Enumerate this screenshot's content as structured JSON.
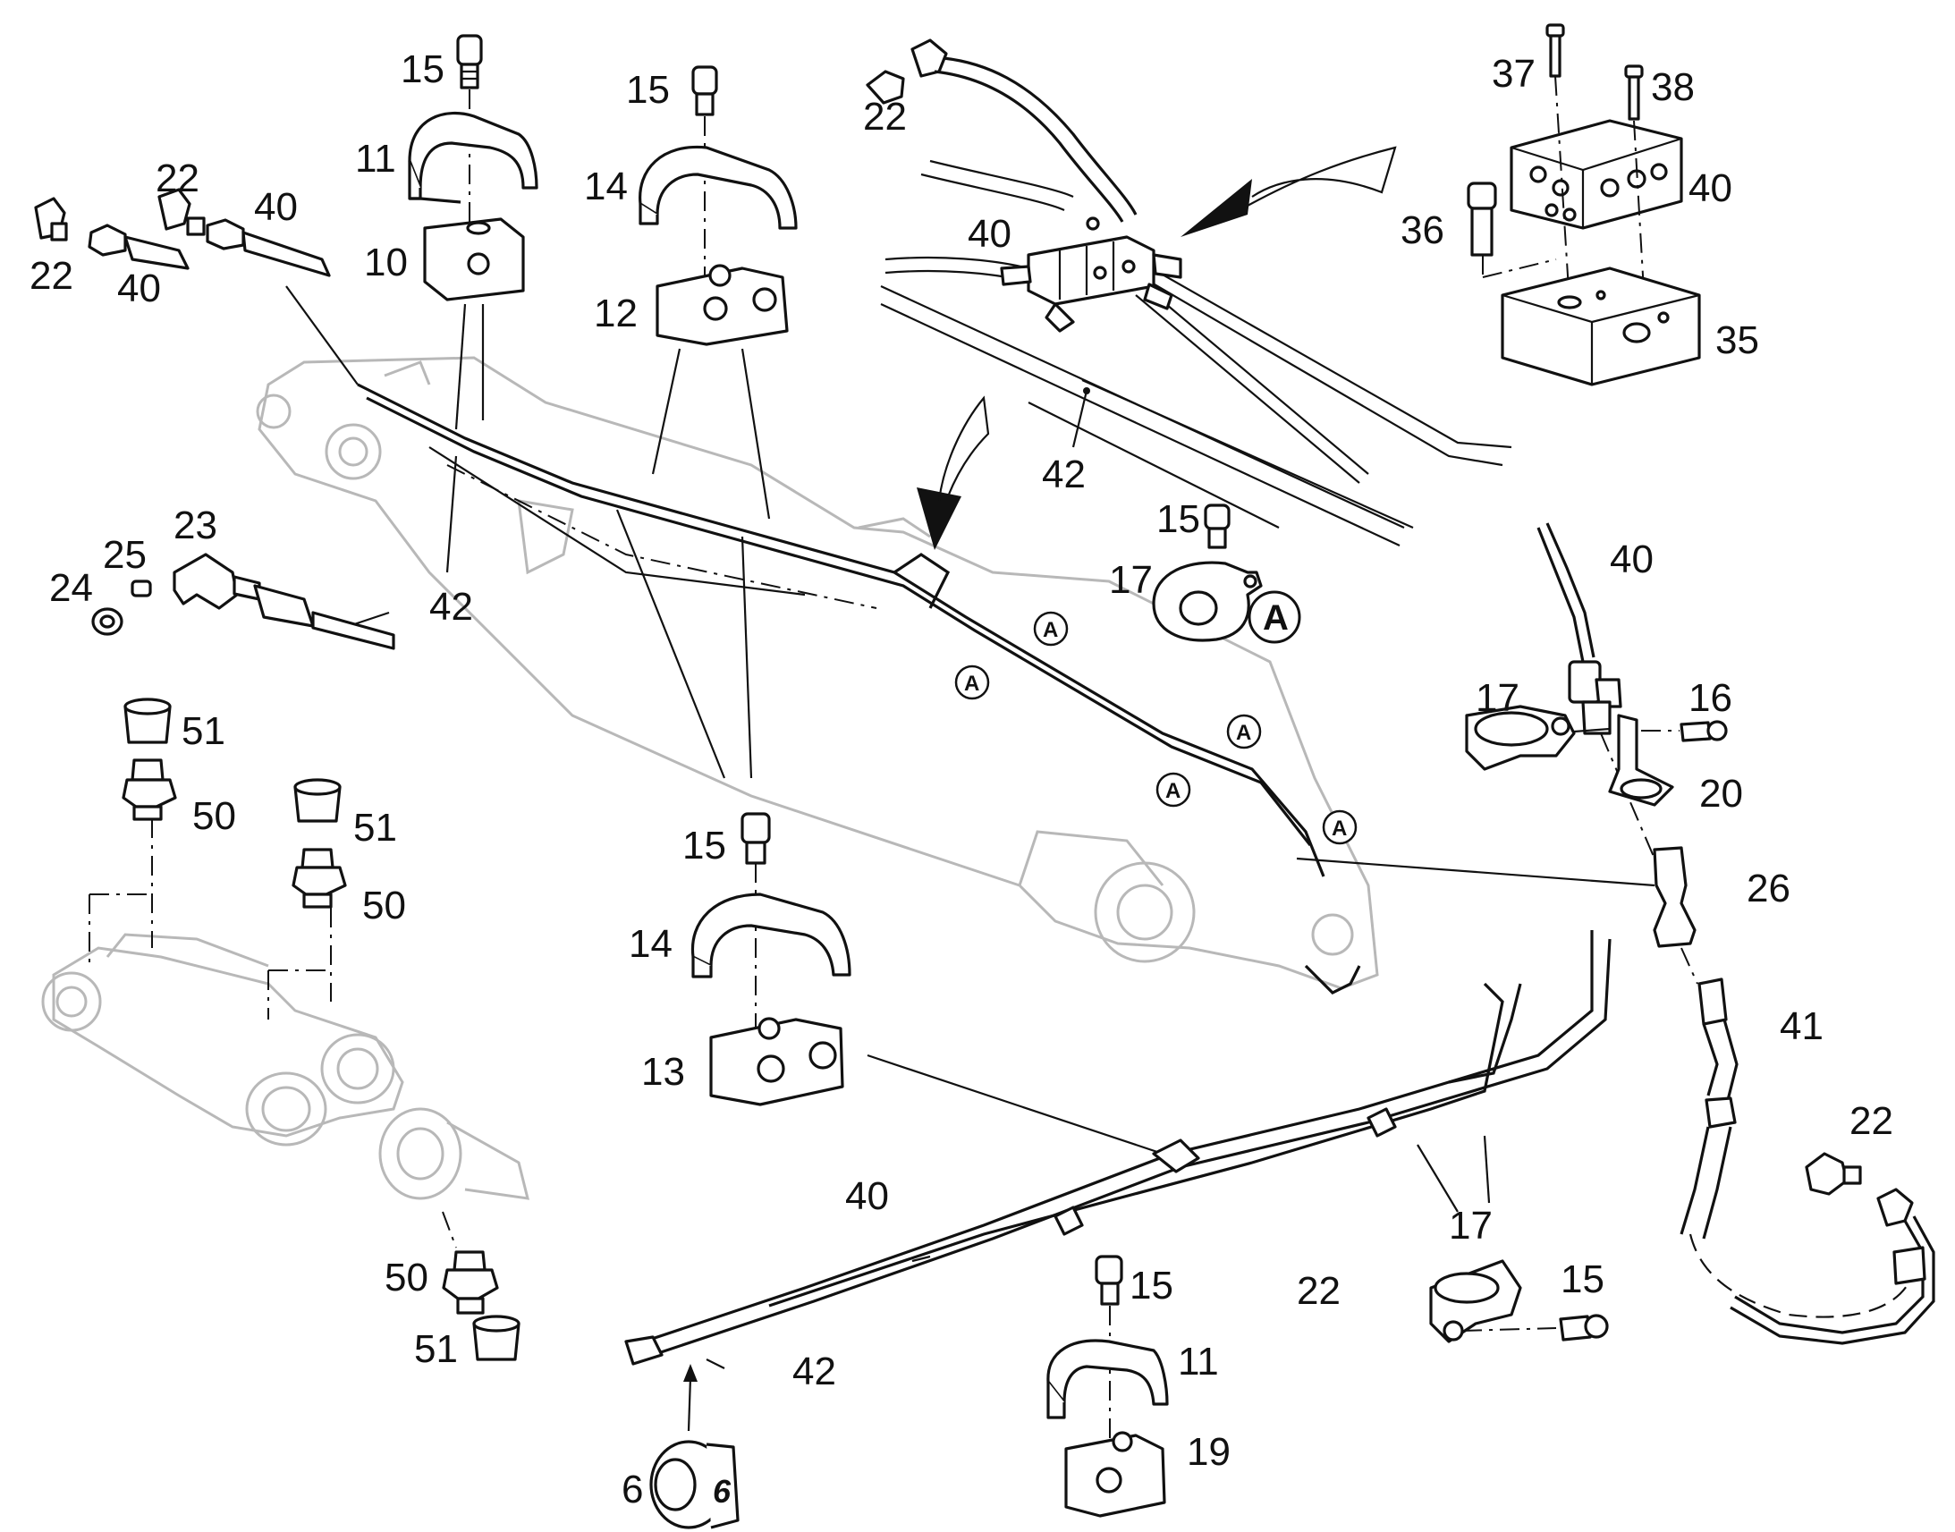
{
  "labels": {
    "n15": "15",
    "n11": "11",
    "n10": "10",
    "n14": "14",
    "n12": "12",
    "n22": "22",
    "n40": "40",
    "n42": "42",
    "n23": "23",
    "n24": "24",
    "n25": "25",
    "n51": "51",
    "n50": "50",
    "n13": "13",
    "n17": "17",
    "n16": "16",
    "n20": "20",
    "n26": "26",
    "n41": "41",
    "n19": "19",
    "n6": "6",
    "n35": "35",
    "n36": "36",
    "n37": "37",
    "n38": "38"
  },
  "callout_letter": "A",
  "cap_marking": "6"
}
